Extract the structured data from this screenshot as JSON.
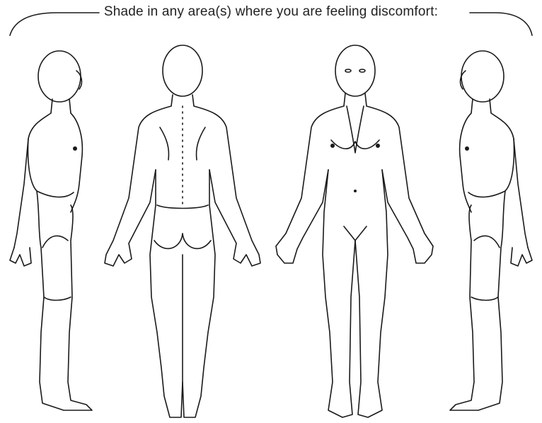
{
  "header": {
    "instruction": "Shade in any area(s) where you are feeling discomfort:"
  },
  "figures": [
    {
      "view": "left-side",
      "icon": "body-left-side-view"
    },
    {
      "view": "back",
      "icon": "body-back-view"
    },
    {
      "view": "front",
      "icon": "body-front-view"
    },
    {
      "view": "right-side",
      "icon": "body-right-side-view"
    }
  ],
  "colors": {
    "ink": "#1a1a1a",
    "background": "#ffffff"
  }
}
